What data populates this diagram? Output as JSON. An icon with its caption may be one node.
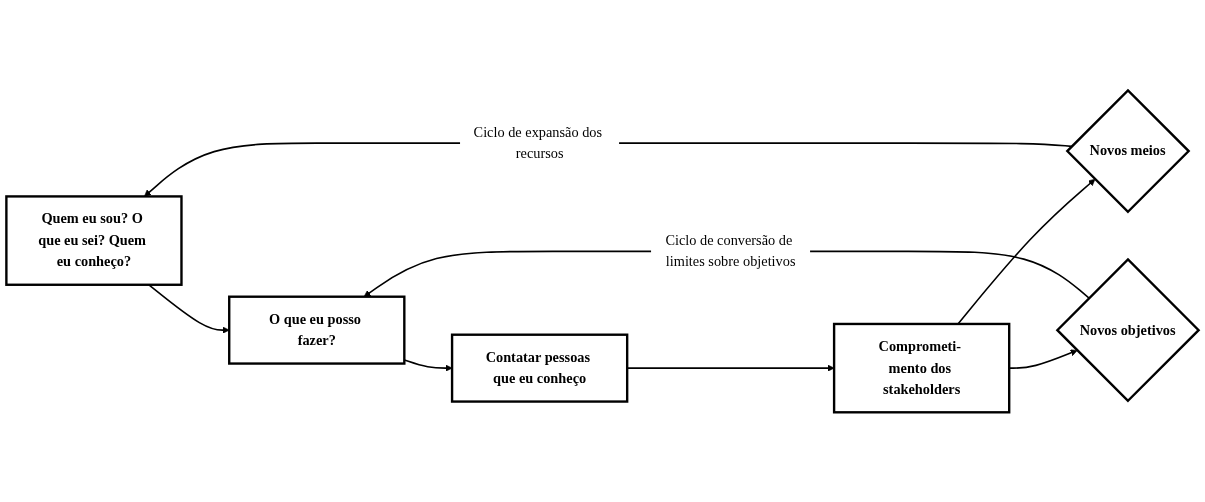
{
  "diagram": {
    "nodes": [
      {
        "text": [
          "Quem eu sou? O que eu sei? Quem eu conheço?"
        ]
      },
      {
        "text": [
          "O que eu posso fazer?"
        ]
      },
      {
        "text": [
          "Contatar pessoas que eu conheço"
        ]
      },
      {
        "text": [
          "Comprometi- mento dos stakeholders"
        ]
      },
      {
        "text": [
          "Novos meios"
        ]
      },
      {
        "text": [
          "Novos objetivos"
        ]
      }
    ],
    "edges": [
      {
        "from": 0,
        "to": 1,
        "arrow": "to"
      },
      {
        "from": 1,
        "to": 2,
        "arrow": "to"
      },
      {
        "from": 2,
        "to": 3,
        "arrow": "to"
      },
      {
        "from": 3,
        "to": 4,
        "arrow": "to"
      },
      {
        "from": 3,
        "to": 5,
        "arrow": "to"
      },
      {
        "from": 4,
        "to": 0,
        "arrow": "to",
        "label": "Ciclo de expansão dos recursos"
      },
      {
        "from": 5,
        "to": 1,
        "arrow": "to",
        "label": "Ciclo de conversão de limites sobre objetivos"
      }
    ]
  }
}
